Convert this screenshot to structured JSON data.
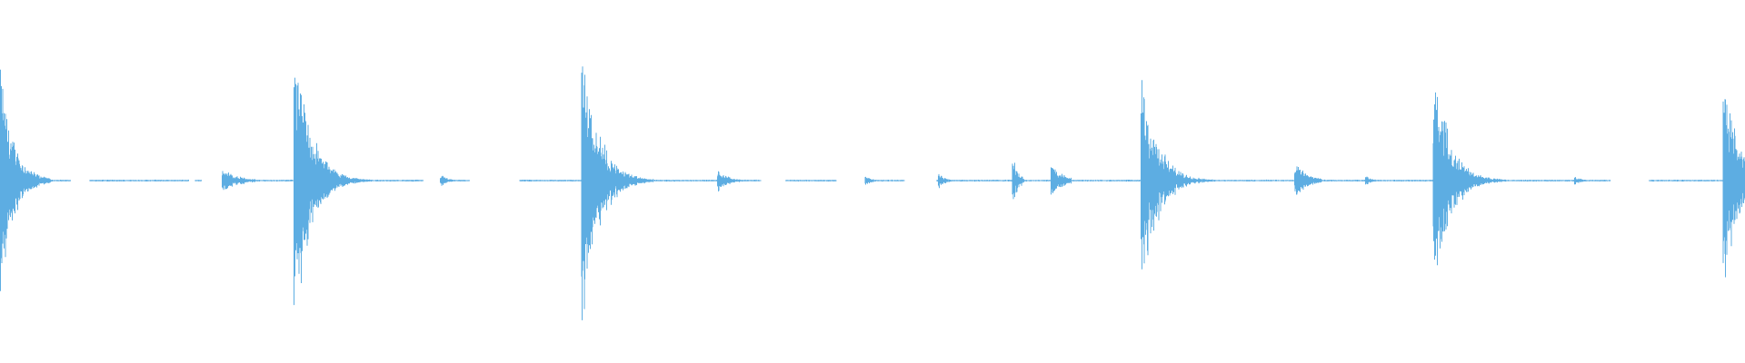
{
  "waveform": {
    "color": "#5dade2",
    "background": "#ffffff",
    "duration_s": 13.6,
    "transients": [
      {
        "t": 0.0,
        "peak": 0.8,
        "decay": 0.1,
        "tail": 0.4
      },
      {
        "t": 1.74,
        "peak": 0.08,
        "decay": 0.12,
        "tail": 0.25
      },
      {
        "t": 2.3,
        "peak": 0.99,
        "decay": 0.12,
        "tail": 0.6
      },
      {
        "t": 3.44,
        "peak": 0.04,
        "decay": 0.05,
        "tail": 0.2
      },
      {
        "t": 4.54,
        "peak": 1.0,
        "decay": 0.12,
        "tail": 0.55
      },
      {
        "t": 5.6,
        "peak": 0.07,
        "decay": 0.08,
        "tail": 0.3
      },
      {
        "t": 6.75,
        "peak": 0.03,
        "decay": 0.05,
        "tail": 0.2
      },
      {
        "t": 7.32,
        "peak": 0.05,
        "decay": 0.05,
        "tail": 0.25
      },
      {
        "t": 7.9,
        "peak": 0.15,
        "decay": 0.04,
        "tail": 0.08
      },
      {
        "t": 8.2,
        "peak": 0.12,
        "decay": 0.08,
        "tail": 0.15
      },
      {
        "t": 8.9,
        "peak": 0.76,
        "decay": 0.12,
        "tail": 0.6
      },
      {
        "t": 10.1,
        "peak": 0.12,
        "decay": 0.1,
        "tail": 0.2
      },
      {
        "t": 10.65,
        "peak": 0.03,
        "decay": 0.05,
        "tail": 0.15
      },
      {
        "t": 11.18,
        "peak": 0.76,
        "decay": 0.12,
        "tail": 0.6
      },
      {
        "t": 12.28,
        "peak": 0.03,
        "decay": 0.05,
        "tail": 0.15
      },
      {
        "t": 13.44,
        "peak": 0.72,
        "decay": 0.12,
        "tail": 0.3
      }
    ],
    "silence_gaps": [
      [
        0.55,
        0.7
      ],
      [
        1.47,
        1.52
      ],
      [
        1.57,
        1.73
      ],
      [
        3.3,
        3.43
      ],
      [
        3.66,
        4.05
      ],
      [
        5.93,
        6.12
      ],
      [
        6.52,
        6.74
      ],
      [
        7.05,
        7.3
      ],
      [
        12.55,
        12.85
      ]
    ]
  }
}
